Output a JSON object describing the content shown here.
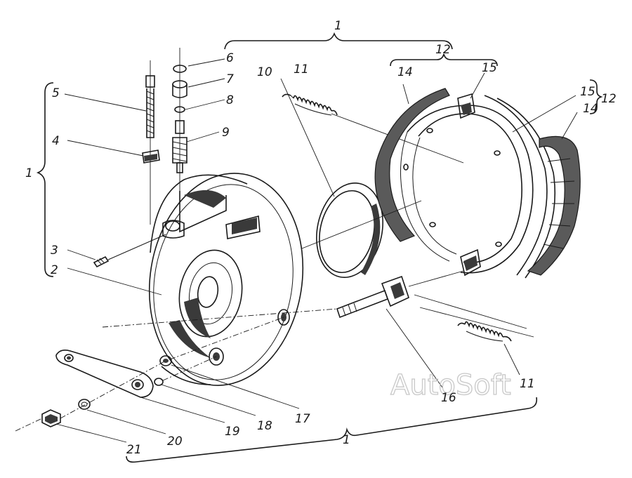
{
  "watermark": "AutoSoft",
  "callouts": {
    "assembly_top": "1",
    "assembly_left": "1",
    "assembly_bottom": "1",
    "shoe_group_top": "12",
    "shoe_group_right": "12",
    "n2": "2",
    "n3": "3",
    "n4": "4",
    "n5": "5",
    "n6": "6",
    "n7": "7",
    "n8": "8",
    "n9": "9",
    "n10": "10",
    "n11_top": "11",
    "n11_bottom": "11",
    "n14_left": "14",
    "n14_right": "14",
    "n15_top": "15",
    "n15_right": "15",
    "n16": "16",
    "n17": "17",
    "n18": "18",
    "n19": "19",
    "n20": "20",
    "n21": "21"
  }
}
